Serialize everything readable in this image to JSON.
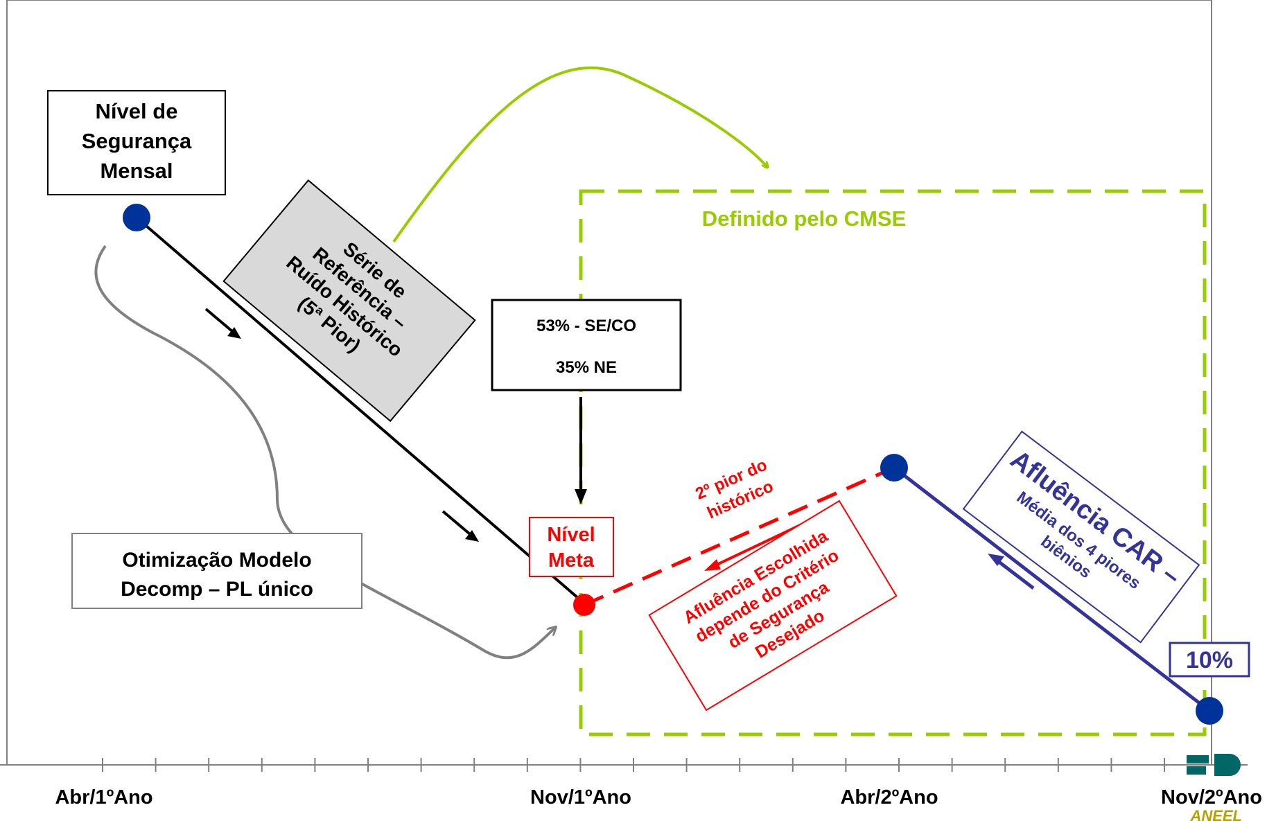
{
  "boxes": {
    "nivel_seguranca": [
      "Nível de",
      "Segurança",
      "Mensal"
    ],
    "serie_referencia": [
      "Série de",
      "Referência –",
      "Ruído Histórico",
      "(5ª Pior)"
    ],
    "percentuais": [
      "53% - SE/CO",
      "35% NE"
    ],
    "nivel_meta": [
      "Nível",
      "Meta"
    ],
    "otimizacao": [
      "Otimização Modelo",
      "Decomp – PL único"
    ],
    "afluencia_escolhida": [
      "Afluência Escolhida",
      "depende do Critério",
      "de Segurança",
      "Desejado"
    ],
    "afluencia_car_title": "Afluência CAR –",
    "afluencia_car_sub": [
      "Média dos 4 piores",
      "biênios"
    ],
    "dez_porcento": "10%"
  },
  "labels": {
    "definido_cmse": "Definido pelo CMSE",
    "segundo_pior": [
      "2º pior do",
      "histórico"
    ]
  },
  "axis": {
    "ticks": [
      "Abr/1ºAno",
      "Nov/1ºAno",
      "Abr/2ºAno",
      "Nov/2ºAno"
    ]
  },
  "logo": {
    "text": "ANEEL"
  },
  "colors": {
    "black": "#000000",
    "gray": "#808080",
    "green": "#99cc00",
    "red": "#ff0000",
    "navy": "#333399",
    "point_blue": "#003399",
    "gray_box": "#d9d9d9",
    "logo_teal": "#006666"
  }
}
